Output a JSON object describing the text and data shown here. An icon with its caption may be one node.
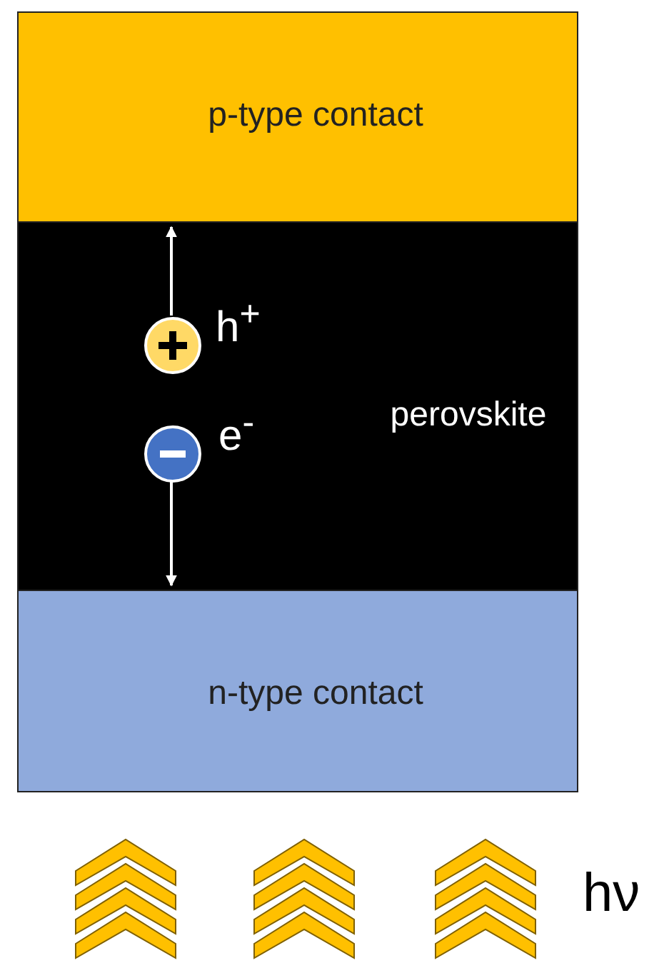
{
  "diagram": {
    "nodes": [
      {
        "text": [
          "p-type contact"
        ]
      },
      {
        "text": [
          "perovskite"
        ]
      },
      {
        "text": [],
        "shape": "circle",
        "in": 1,
        "beside": [
          "h$^{+}$"
        ]
      },
      {
        "text": [],
        "shape": "circle",
        "in": 1,
        "beside": [
          "e$^{-}$"
        ]
      },
      {
        "text": [
          "n-type contact"
        ]
      }
    ],
    "edges": [
      {
        "from": 2,
        "to": 0,
        "arrow": "to"
      },
      {
        "from": 3,
        "to": 4,
        "arrow": "to"
      }
    ],
    "labels": [
      "hν"
    ]
  }
}
